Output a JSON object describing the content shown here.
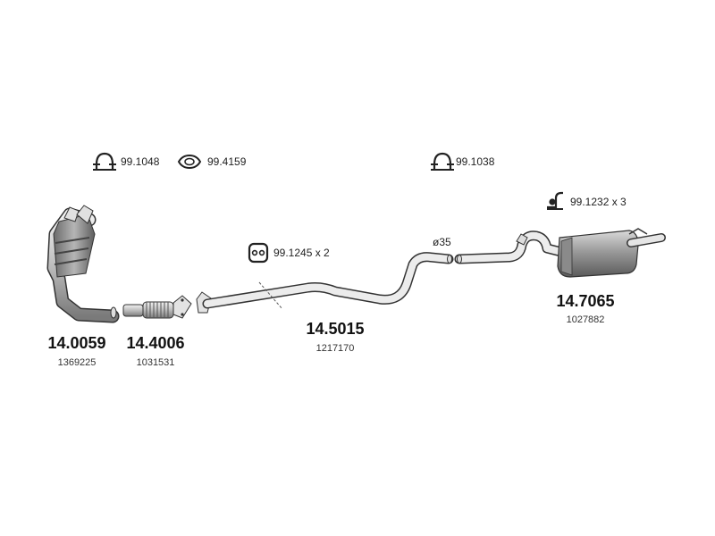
{
  "parts": [
    {
      "number": "14.0059",
      "ref": "1369225"
    },
    {
      "number": "14.4006",
      "ref": "1031531"
    },
    {
      "number": "14.5015",
      "ref": "1217170"
    },
    {
      "number": "14.7065",
      "ref": "1027882"
    }
  ],
  "accessories": [
    {
      "code": "99.1048",
      "icon": "u-clamp-icon"
    },
    {
      "code": "99.4159",
      "icon": "gasket-ring-icon"
    },
    {
      "code": "99.1038",
      "icon": "u-clamp-icon"
    },
    {
      "code": "99.1245 x 2",
      "icon": "rubber-hanger-icon"
    },
    {
      "code": "99.1232 x 3",
      "icon": "bracket-hanger-icon"
    }
  ],
  "pipe_diameter": "ø35"
}
